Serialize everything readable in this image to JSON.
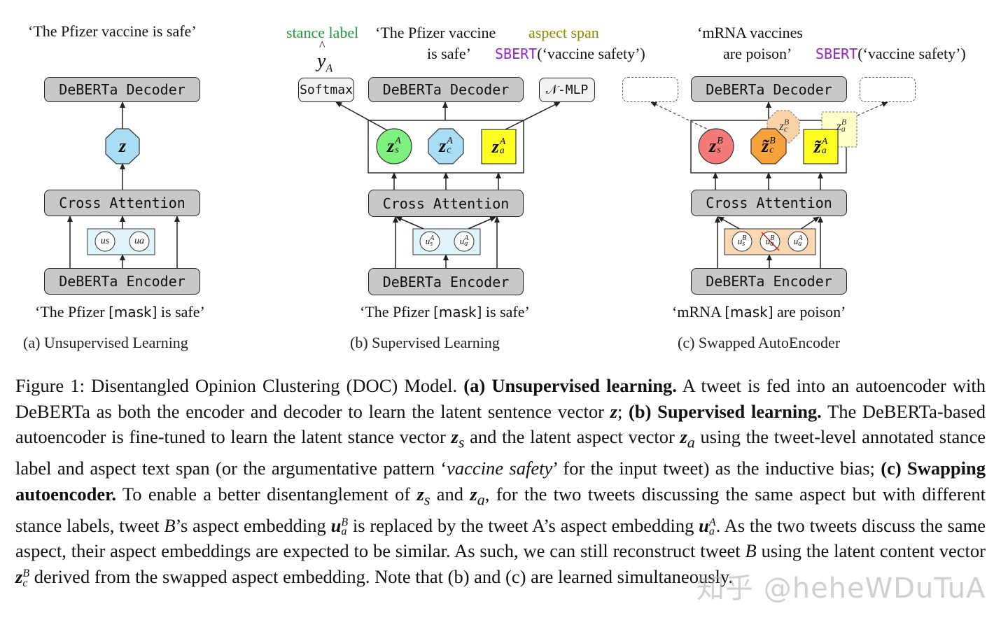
{
  "panel_a": {
    "top_text": "‘The Pfizer vaccine is safe’",
    "decoder": "DeBERTa Decoder",
    "latent": "z",
    "cross_attention": "Cross Attention",
    "u_s": "u",
    "u_s_sub": "s",
    "u_a": "u",
    "u_a_sub": "a",
    "encoder": "DeBERTa Encoder",
    "bottom_text_1": "‘The Pfizer ",
    "mask": "[mask]",
    "bottom_text_2": " is safe’",
    "subcaption": "(a) Unsupervised Learning"
  },
  "panel_b": {
    "stance_label": "stance label",
    "top_text_1": "‘The Pfizer vaccine",
    "top_text_2": "is safe’",
    "aspect_span": "aspect span",
    "sbert": "SBERT",
    "sbert_arg": "(‘vaccine safety’)",
    "y_hat": "y",
    "y_hat_sub": "A",
    "softmax": "Softmax",
    "decoder": "DeBERTa Decoder",
    "mlp": "𝒩-MLP",
    "z_s": "z",
    "z_s_sup": "A",
    "z_s_sub": "s",
    "z_c": "z",
    "z_c_sup": "A",
    "z_c_sub": "c",
    "z_a": "z",
    "z_a_sup": "A",
    "z_a_sub": "a",
    "cross_attention": "Cross Attention",
    "u_s": "u",
    "u_s_sup": "A",
    "u_s_sub": "s",
    "u_a": "u",
    "u_a_sup": "A",
    "u_a_sub": "a",
    "encoder": "DeBERTa Encoder",
    "bottom_text_1": "‘The Pfizer ",
    "mask": "[mask]",
    "bottom_text_2": " is safe’",
    "subcaption": "(b) Supervised Learning"
  },
  "panel_c": {
    "top_text_1": "‘mRNA vaccines",
    "top_text_2": "are poison’",
    "sbert": "SBERT",
    "sbert_arg": "(‘vaccine safety’)",
    "decoder": "DeBERTa Decoder",
    "z_s": "z",
    "z_s_sup": "B",
    "z_s_sub": "s",
    "z_c": "z̃",
    "z_c_sup": "B",
    "z_c_sub": "c",
    "z_a": "z̃",
    "z_a_sup": "A",
    "z_a_sub": "a",
    "z_c_ghost": "z",
    "z_c_ghost_sup": "B",
    "z_c_ghost_sub": "c",
    "z_a_ghost": "z",
    "z_a_ghost_sup": "B",
    "z_a_ghost_sub": "a",
    "cross_attention": "Cross Attention",
    "u_s": "u",
    "u_s_sup": "B",
    "u_s_sub": "s",
    "u_b": "u",
    "u_b_sup": "B",
    "u_b_sub": "a",
    "u_a": "u",
    "u_a_sup": "A",
    "u_a_sub": "a",
    "encoder": "DeBERTa Encoder",
    "bottom_text_1": "‘mRNA ",
    "mask": "[mask]",
    "bottom_text_2": " are poison’",
    "subcaption": "(c) Swapped AutoEncoder"
  },
  "colors": {
    "box_gray": "#c8c8c8",
    "octagon_blue": "#a9dcf5",
    "circle_green": "#7ef07e",
    "square_yellow": "#ffff22",
    "circle_red": "#f47a7a",
    "octagon_orange": "#f7a23a",
    "ghost_orange": "#f9d2a8",
    "ghost_yellow": "#ffffc8",
    "u_bg_blue": "#dff4fb",
    "u_bg_orange": "#fbd7b4",
    "stance_green": "#1f9a3d",
    "aspect_olive": "#8c8c00",
    "sbert_purple": "#9a1fd6"
  },
  "caption": {
    "p1": "Figure 1: Disentangled Opinion Clustering (DOC) Model. ",
    "b1": "(a) Unsupervised learning.",
    "p2": " A tweet is fed into an autoencoder with DeBERTa as both the encoder and decoder to learn the latent sentence vector ",
    "v_z": "z",
    "p3": "; ",
    "b2": "(b) Supervised learning.",
    "p4": " The DeBERTa-based autoencoder is fine-tuned to learn the latent stance vector ",
    "v_zs": "z",
    "v_zs_sub": "s",
    "p5": " and the latent aspect vector ",
    "v_za": "z",
    "v_za_sub": "a",
    "p6": " using the tweet-level annotated stance label and aspect text span (or the argumentative pattern ‘",
    "i1": "vaccine safety",
    "p7": "’ for the input tweet) as the inductive bias; ",
    "b3": "(c) Swapping autoencoder.",
    "p8": " To enable a better disentanglement of ",
    "v_zs2": "z",
    "v_zs2_sub": "s",
    "p9": " and ",
    "v_za2": "z",
    "v_za2_sub": "a",
    "p10": ", for the two tweets discussing the same aspect but with different stance labels, tweet ",
    "v_B": "B",
    "p11": "’s aspect embedding ",
    "v_uaB": "u",
    "v_uaB_sup": "B",
    "v_uaB_sub": "a",
    "p12": " is replaced by the tweet A’s aspect embedding ",
    "v_uaA": "u",
    "v_uaA_sup": "A",
    "v_uaA_sub": "a",
    "p13": ". As the two tweets discuss the same aspect, their aspect embeddings are expected to be similar. As such, we can still reconstruct tweet ",
    "v_B2": "B",
    "p14": " using the latent content vector ",
    "v_zcB": "z",
    "v_zcB_sup": "B",
    "v_zcB_sub": "c",
    "p15": " derived from the swapped aspect embedding. Note that (b) and (c) are learned simultaneously."
  },
  "watermark": "知乎 @heheWDuTuA"
}
